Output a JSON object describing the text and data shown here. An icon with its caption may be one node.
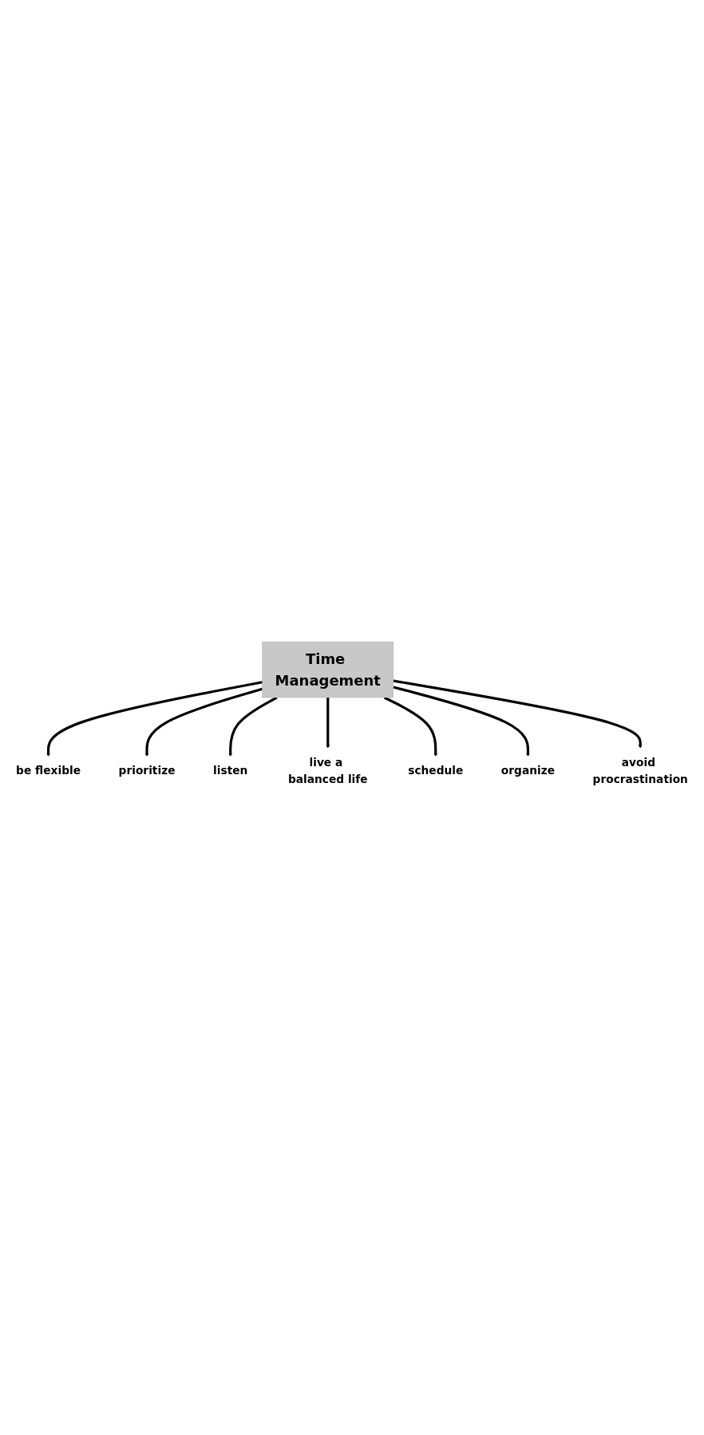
{
  "diagram": {
    "nodes": [
      {
        "text": [
          "Time Management"
        ]
      },
      {
        "text": [
          "be flexible"
        ]
      },
      {
        "text": [
          "prioritize"
        ]
      },
      {
        "text": [
          "listen"
        ]
      },
      {
        "text": [
          "live a balanced life"
        ]
      },
      {
        "text": [
          "schedule"
        ]
      },
      {
        "text": [
          "organize"
        ]
      },
      {
        "text": [
          "avoid procrastination"
        ]
      }
    ],
    "edges": [
      {
        "from": 0,
        "to": 1,
        "arrow": "to"
      },
      {
        "from": 0,
        "to": 2,
        "arrow": "to"
      },
      {
        "from": 0,
        "to": 3,
        "arrow": "to"
      },
      {
        "from": 0,
        "to": 4,
        "arrow": "to"
      },
      {
        "from": 0,
        "to": 5,
        "arrow": "to"
      },
      {
        "from": 0,
        "to": 6,
        "arrow": "to"
      },
      {
        "from": 0,
        "to": 7,
        "arrow": "to"
      }
    ]
  }
}
